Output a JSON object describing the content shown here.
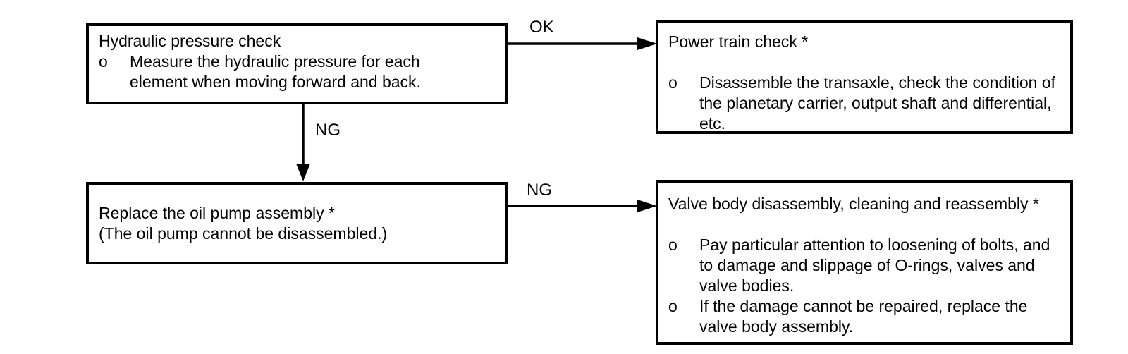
{
  "diagram": {
    "type": "flowchart",
    "bullet_marker": "o",
    "colors": {
      "ink": "#000000",
      "background": "#ffffff"
    },
    "boxes": [
      {
        "id": "hydraulic-pressure-check",
        "title": "Hydraulic pressure check",
        "bullets": [
          "Measure the hydraulic pressure for each element when moving forward and back."
        ]
      },
      {
        "id": "power-train-check",
        "title": "Power train check *",
        "bullets": [
          "Disassemble the transaxle, check the condition of the planetary carrier, output shaft and differential, etc."
        ]
      },
      {
        "id": "replace-oil-pump",
        "title": "Replace the oil pump assembly *",
        "note": "(The oil pump cannot be disassembled.)"
      },
      {
        "id": "valve-body-service",
        "title": "Valve body disassembly, cleaning and reassembly *",
        "bullets": [
          "Pay particular attention to loosening of bolts, and to damage and slippage of O-rings, valves and valve bodies.",
          "If the damage cannot be repaired, replace the valve body assembly."
        ]
      }
    ],
    "connectors": [
      {
        "from": "hydraulic-pressure-check",
        "to": "power-train-check",
        "label": "OK",
        "direction": "right"
      },
      {
        "from": "hydraulic-pressure-check",
        "to": "replace-oil-pump",
        "label": "NG",
        "direction": "down"
      },
      {
        "from": "replace-oil-pump",
        "to": "valve-body-service",
        "label": "NG",
        "direction": "right"
      }
    ]
  }
}
